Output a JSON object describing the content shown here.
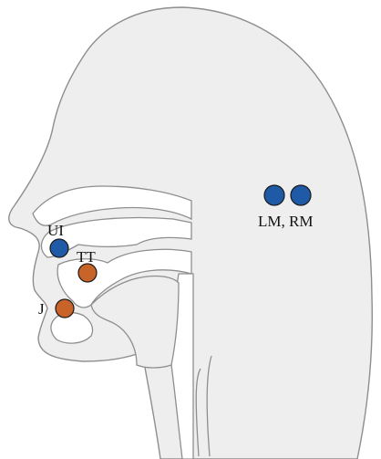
{
  "diagram": {
    "colors": {
      "head_fill": "#eeeeee",
      "head_stroke": "#8e8e8e",
      "cavity_fill": "#ffffff",
      "blue_marker": "#1f5aa6",
      "orange_marker": "#c8632a",
      "marker_stroke": "#1a1a1a"
    },
    "markers": {
      "ui": {
        "label": "UI",
        "color_key": "blue_marker"
      },
      "tt": {
        "label": "TT",
        "color_key": "orange_marker"
      },
      "j": {
        "label": "J",
        "color_key": "orange_marker"
      },
      "lm_rm": {
        "label": "LM, RM",
        "color_key": "blue_marker"
      }
    }
  }
}
